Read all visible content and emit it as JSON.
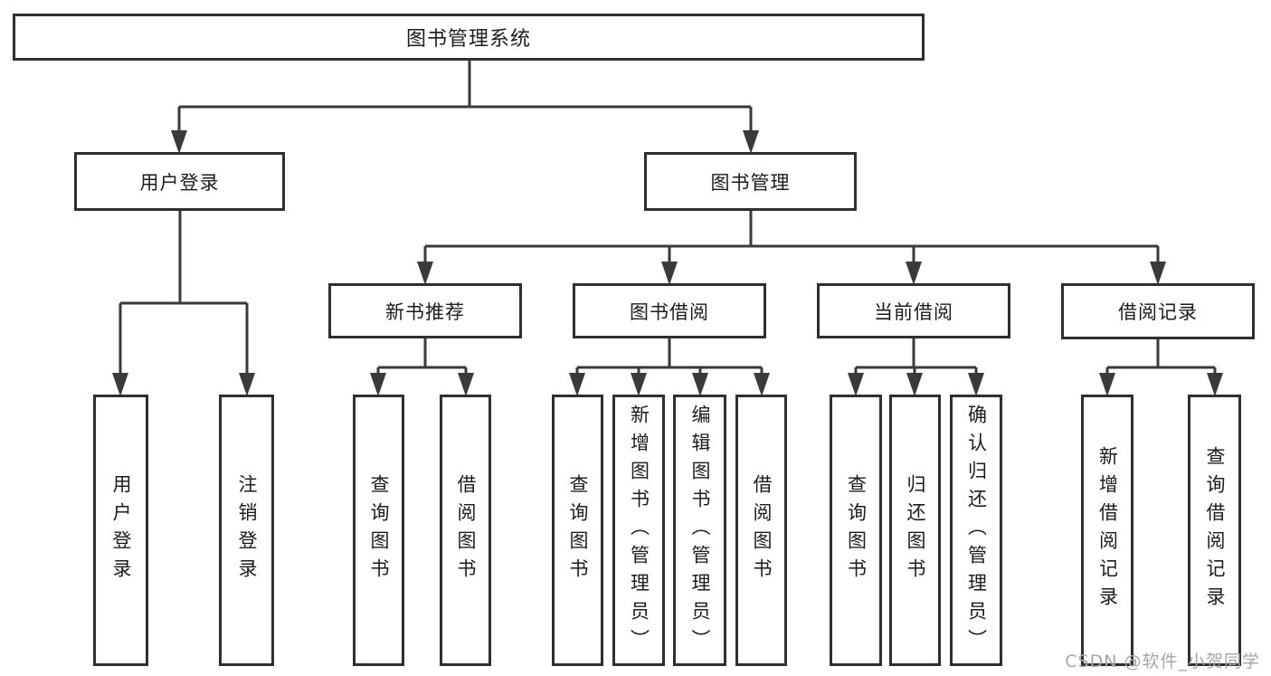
{
  "diagram": {
    "root_label": "图书管理系统",
    "level1": [
      {
        "label": "用户登录",
        "children": [
          "用户登录",
          "注销登录"
        ]
      },
      {
        "label": "图书管理"
      }
    ],
    "level2": [
      {
        "label": "新书推荐",
        "children": [
          "查询图书",
          "借阅图书"
        ]
      },
      {
        "label": "图书借阅",
        "children": [
          "查询图书",
          "新增图书（管理员）",
          "编辑图书（管理员）",
          "借阅图书"
        ]
      },
      {
        "label": "当前借阅",
        "children": [
          "查询图书",
          "归还图书",
          "确认归还（管理员）"
        ]
      },
      {
        "label": "借阅记录",
        "children": [
          "新增借阅记录",
          "查询借阅记录"
        ]
      }
    ]
  },
  "watermark": "CSDN @软件_小贺同学",
  "colors": {
    "line": "#3a3a3a",
    "boxBorder": "#2f2f2f",
    "text": "#1c1c1c",
    "watermark": "#a6a6a6",
    "background": "#ffffff"
  }
}
